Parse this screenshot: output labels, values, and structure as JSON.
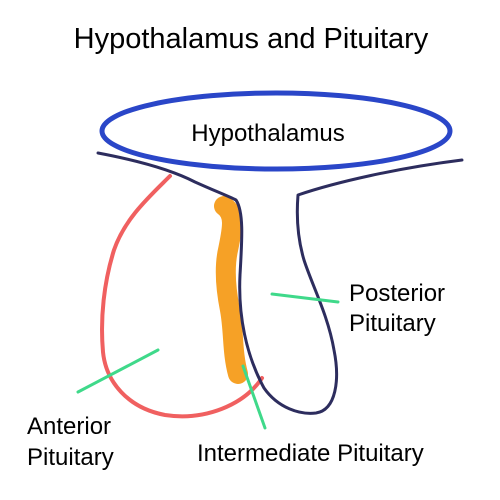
{
  "title": "Hypothalamus and Pituitary",
  "labels": {
    "hypothalamus": "Hypothalamus",
    "posterior_line1": "Posterior",
    "posterior_line2": "Pituitary",
    "anterior_line1": "Anterior",
    "anterior_line2": "Pituitary",
    "intermediate": "Intermediate Pituitary"
  },
  "colors": {
    "hypothalamus_outline": "#2a46c8",
    "stalk_outline": "#2d2d5e",
    "anterior_outline": "#f06060",
    "intermediate_fill": "#f59c1a",
    "pointer_lines": "#3fd98a",
    "text": "#000000"
  }
}
